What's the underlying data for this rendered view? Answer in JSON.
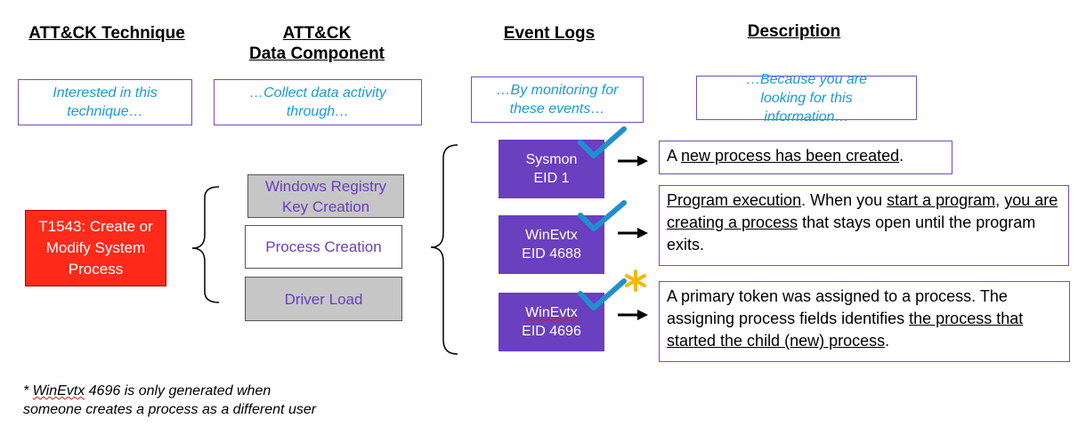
{
  "headers": {
    "technique": "ATT&CK Technique",
    "data_component_line1": "ATT&CK",
    "data_component_line2": "Data Component",
    "event_logs": "Event Logs",
    "description": "Description"
  },
  "subheaders": {
    "technique": "Interested in this technique…",
    "data_component": "…Collect data activity through…",
    "event_logs": "…By monitoring for these events…",
    "description": "…Because you are looking for this information…"
  },
  "technique_box": "T1543: Create or Modify System Process",
  "components": [
    {
      "label": "Windows Registry Key Creation",
      "style": "gray"
    },
    {
      "label": "Process Creation",
      "style": "white"
    },
    {
      "label": "Driver Load",
      "style": "gray"
    }
  ],
  "events": [
    {
      "source": "Sysmon",
      "eid": "EID 1"
    },
    {
      "source": "WinEvtx",
      "eid": "EID 4688"
    },
    {
      "source": "WinEvtx",
      "eid": "EID 4696"
    }
  ],
  "descriptions": {
    "d1": {
      "t0": "A ",
      "u0": "new process has been created",
      "t1": "."
    },
    "d2": {
      "u0": "Program execution",
      "t0": ". When you ",
      "u1": "start a program,",
      "t1": " ",
      "u2": "you are creating a process",
      "t2": " that stays open until the program exits."
    },
    "d3": {
      "t0": "A primary token was assigned to a process. The assigning process fields identifies ",
      "u0": "the process that started the child (new) process",
      "t1": "."
    }
  },
  "footnote": {
    "star": "* ",
    "term": "WinEvtx",
    "line1_rest": " 4696 is only generated when",
    "line2": "someone creates a process as a different user"
  },
  "colors": {
    "purple": "#6a3fc0",
    "red": "#ff2a1a",
    "check_blue": "#1f8fd0",
    "star_gold": "#f5b800",
    "subheader_text": "#1a9bd6"
  }
}
